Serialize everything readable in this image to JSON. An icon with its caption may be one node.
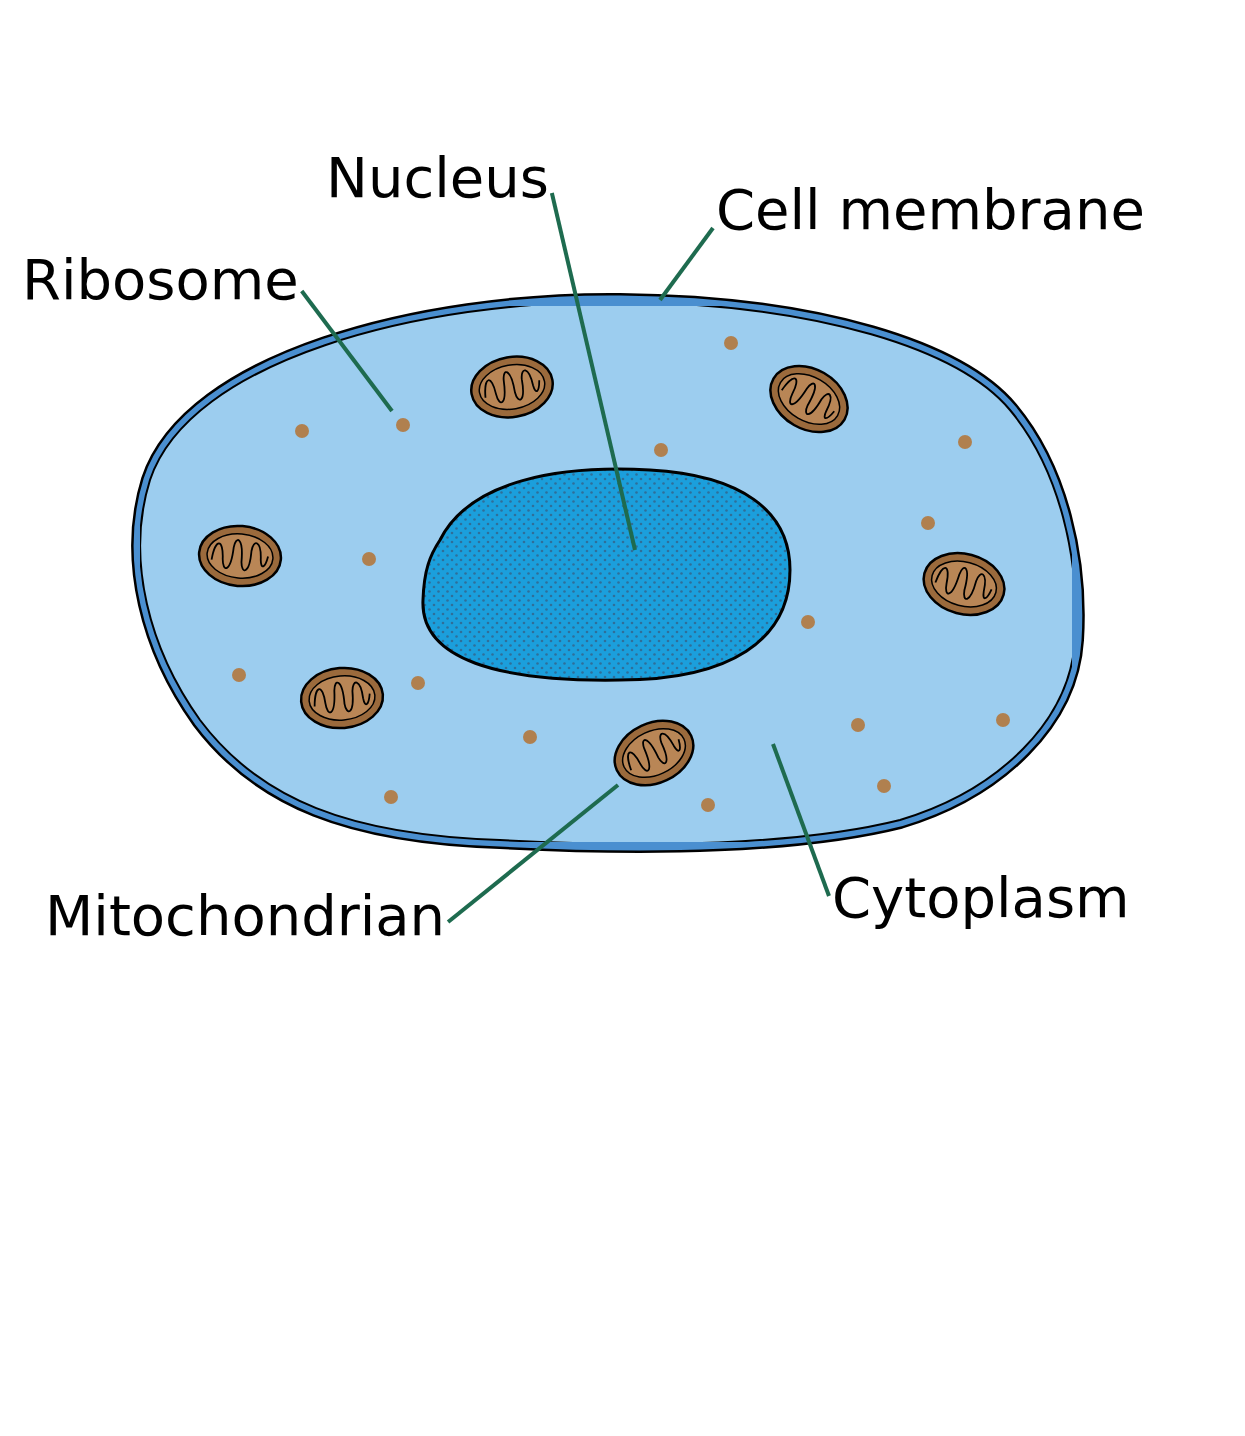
{
  "diagram": {
    "nodes": [
      {
        "text": [
          "Nucleus"
        ]
      },
      {
        "text": [
          "Cell membrane"
        ]
      },
      {
        "text": [
          "Ribosome"
        ]
      },
      {
        "text": [
          "Mitochondrian"
        ]
      },
      {
        "text": [
          "Cytoplasm"
        ]
      },
      {
        "text": [],
        "shape": "circle"
      },
      {
        "text": [],
        "shape": "circle",
        "in": 5
      },
      {
        "text": [],
        "shape": "circle",
        "in": 6
      },
      {
        "text": [],
        "shape": "circle",
        "in": 6
      },
      {
        "text": [],
        "shape": "picture",
        "in": 6
      }
    ],
    "edges": [
      {
        "from": 0,
        "to": 7,
        "arrow": "none"
      },
      {
        "from": 1,
        "to": 5,
        "arrow": "none"
      },
      {
        "from": 2,
        "to": 8,
        "arrow": "none"
      },
      {
        "from": 3,
        "to": 9,
        "arrow": "none"
      },
      {
        "from": 4,
        "to": 6,
        "arrow": "none"
      }
    ]
  }
}
